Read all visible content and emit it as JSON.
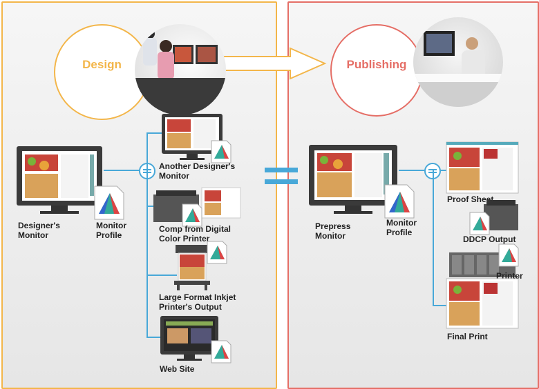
{
  "design": {
    "title": "Design",
    "color": "#f3b64a",
    "monitor_label": "Designer's\nMonitor",
    "profile_label": "Monitor\nProfile",
    "outputs": [
      {
        "label": "Another Designer's\nMonitor"
      },
      {
        "label": "Comp from Digital\nColor Printer"
      },
      {
        "label": "Large Format Inkjet\nPrinter's Output"
      },
      {
        "label": "Web Site"
      }
    ]
  },
  "publishing": {
    "title": "Publishing",
    "color": "#e56e66",
    "monitor_label": "Prepress\nMonitor",
    "profile_label": "Monitor\nProfile",
    "outputs": [
      {
        "label": "Proof Sheet"
      },
      {
        "label": "DDCP Output"
      },
      {
        "label": "Printer"
      },
      {
        "label": "Final Print"
      }
    ]
  },
  "accent": "#48a8d8"
}
